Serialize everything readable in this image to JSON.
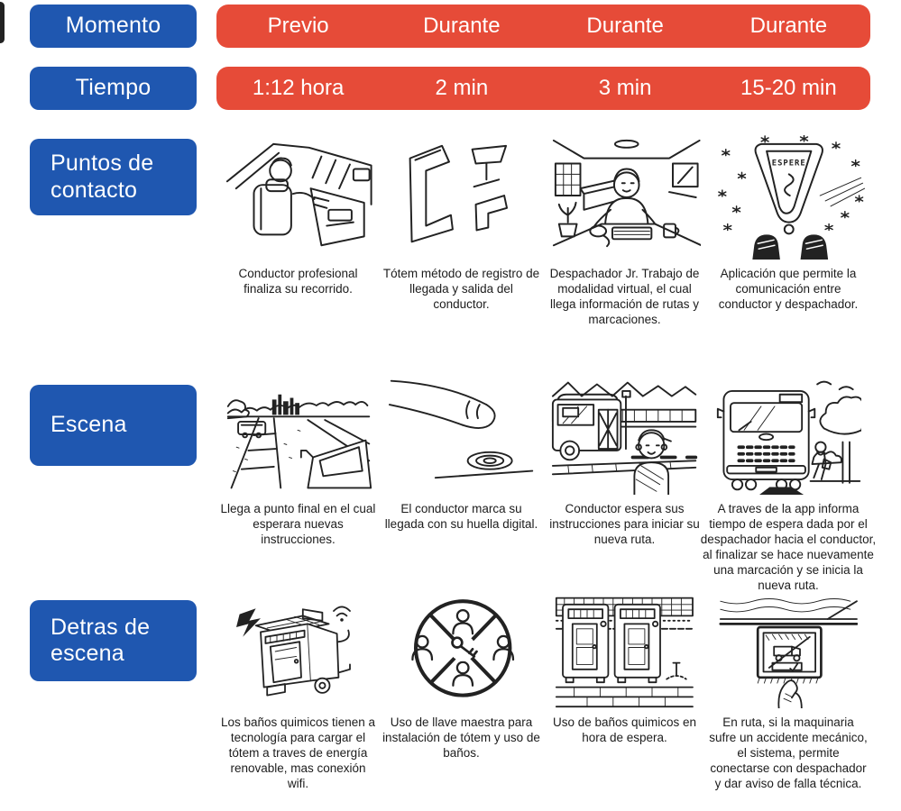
{
  "palette": {
    "blue": "#1f57b0",
    "red": "#e64b38",
    "ink": "#1c1c1c"
  },
  "header": {
    "momento_label": "Momento",
    "tiempo_label": "Tiempo",
    "momentos": [
      "Previo",
      "Durante",
      "Durante",
      "Durante"
    ],
    "tiempos": [
      "1:12 hora",
      "2 min",
      "3 min",
      "15-20 min"
    ]
  },
  "sections": {
    "puntos": {
      "label": "Puntos de contacto",
      "captions": [
        "Conductor profesional finaliza su recorrido.",
        "Tótem método de registro de llegada y salida del conductor.",
        "Despachador Jr. Trabajo de modalidad virtual, el cual llega información de rutas y marcaciones.",
        "Aplicación que permite la comunicación entre conductor y despachador."
      ]
    },
    "escena": {
      "label": "Escena",
      "captions": [
        "Llega a punto final en el cual esperara nuevas instrucciones.",
        "El conductor marca su llegada con su huella digital.",
        "Conductor espera sus instrucciones para iniciar su nueva ruta.",
        "A traves de la app informa tiempo de espera dada por el despachador hacia el conductor, al finalizar se hace nuevamente una marcación y se inicia la nueva ruta."
      ]
    },
    "detras": {
      "label": "Detras de escena",
      "captions": [
        "Los baños quimicos tienen a tecnología para cargar el tótem a traves de energía renovable, mas conexión wifi.",
        "Uso de llave maestra para instalación de tótem y uso de baños.",
        "Uso de baños quimicos en hora de espera.",
        "En ruta, si la maquinaria sufre un accidente mecánico, el sistema, permite conectarse con despachador y dar aviso de falla técnica."
      ]
    }
  },
  "illustration": {
    "espere_text": "ESPERE",
    "names": {
      "puntos": [
        "driver-cab-sketch",
        "check-in-totems-sketch",
        "remote-dispatcher-desk-sketch",
        "espere-wait-screen-sketch"
      ],
      "escena": [
        "arrival-road-sketch",
        "fingerprint-check-sketch",
        "driver-waiting-by-bus-sketch",
        "bus-front-new-route-sketch"
      ],
      "detras": [
        "solar-toilet-cart-sketch",
        "master-key-users-sketch",
        "chemical-toilets-sketch",
        "fault-report-screen-sketch"
      ]
    }
  }
}
